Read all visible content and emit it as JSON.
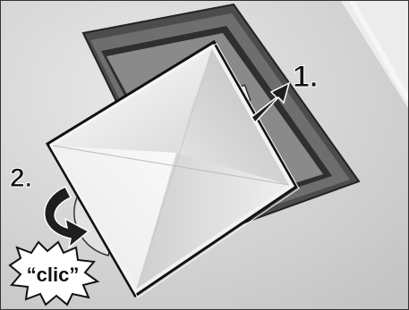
{
  "illustration": {
    "step_1_label": "1.",
    "step_2_label": "2.",
    "sound_effect": "“clic”"
  },
  "colors": {
    "background": "#dcdcdc",
    "frame": "#555555",
    "cover_light": "#f4f4f4",
    "arrow": "#222222"
  }
}
